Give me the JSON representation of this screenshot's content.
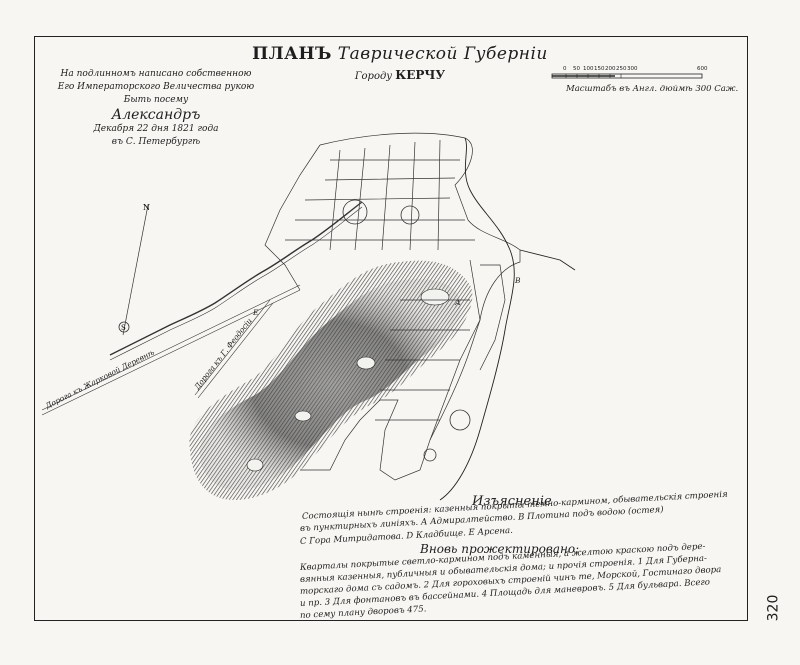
{
  "title": {
    "main_prefix": "ПЛАНЪ",
    "main_rest": "Таврической Губерніи",
    "sub_prefix": "Городу",
    "sub_city": "КЕРЧУ"
  },
  "inscription": {
    "line1": "На подлинномъ написано собственною",
    "line2": "Его Императорского Величества рукою",
    "line3": "Быть посему",
    "line4": "Александръ",
    "line5": "Декабря 22 дня 1821 года",
    "line6": "въ С. Петербургѣ"
  },
  "scale": {
    "label": "Масштабъ въ Англ. дюймѣ 300 Саж.",
    "ticks": [
      "0",
      "50",
      "100",
      "150",
      "200",
      "250",
      "300"
    ],
    "end_tick": "600"
  },
  "compass": {
    "north": "N",
    "south": "S"
  },
  "roads": {
    "left": "Дорога къ Жарковой Деревнѣ",
    "right": "Дорога къ Г. Феодосіи"
  },
  "map_letters": {
    "a": "А",
    "b": "В",
    "e": "Е"
  },
  "legend": {
    "title": "Изъясненіе",
    "lines": [
      "Состоящія нынѣ строенія: казенныя покрыты темно-кармином, обывательскія строенія",
      "въ пунктирныхъ линіяхъ. А Адмиралтейство. В Плотина подъ водою (остея)",
      "С Гора Митридатова. D Кладбище. Е Арсена."
    ],
    "sub_title": "Вновь прожектировано:",
    "lines2": [
      "Кварталы покрытые светло-кармином подъ каменныя, а желтою краскою подъ дере-",
      "вянныя казенныя, публичныя и обывательскія дома; и прочія строенія. 1 Для Губерна-",
      "торскаго дома съ садомъ. 2 Для гороховыхъ строеній чинъ те, Морской, Гостинаго двора",
      "и пр. 3 Для фонтановъ въ бассейнами. 4 Площадь для маневровъ. 5 Для бульвара. Всего",
      "по сему плану дворовъ 475."
    ]
  },
  "page_number": "320"
}
